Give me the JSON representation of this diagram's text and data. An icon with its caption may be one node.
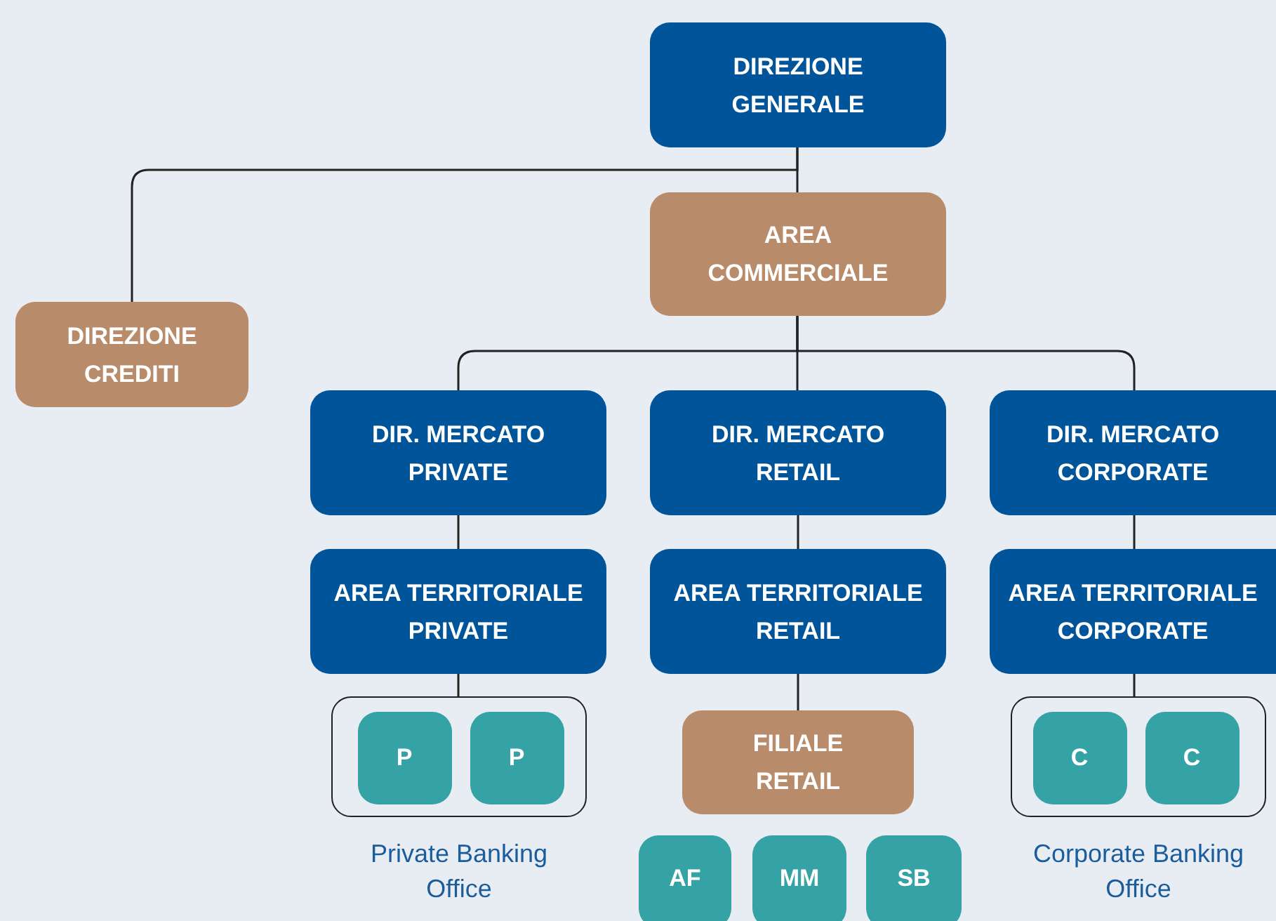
{
  "diagram": {
    "nodes": [
      {
        "text": [
          "DIREZIONE GENERALE"
        ]
      },
      {
        "text": [
          "AREA COMMERCIALE"
        ]
      },
      {
        "text": [
          "DIREZIONE CREDITI"
        ]
      },
      {
        "text": [
          "DIR. MERCATO PRIVATE"
        ]
      },
      {
        "text": [
          "DIR. MERCATO RETAIL"
        ]
      },
      {
        "text": [
          "DIR. MERCATO CORPORATE"
        ]
      },
      {
        "text": [
          "AREA TERRITORIALE PRIVATE"
        ]
      },
      {
        "text": [
          "AREA TERRITORIALE RETAIL"
        ]
      },
      {
        "text": [
          "AREA TERRITORIALE CORPORATE"
        ]
      },
      {
        "text": [],
        "shape": "box",
        "beside": [
          "Private Banking Office"
        ]
      },
      {
        "text": [
          "P"
        ],
        "in": 9
      },
      {
        "text": [
          "P"
        ],
        "in": 9
      },
      {
        "text": [
          "FILIALE RETAIL"
        ]
      },
      {
        "text": [
          "AF"
        ]
      },
      {
        "text": [
          "MM"
        ]
      },
      {
        "text": [
          "SB"
        ]
      },
      {
        "text": [],
        "shape": "box",
        "beside": [
          "Corporate Banking Office"
        ]
      },
      {
        "text": [
          "C"
        ],
        "in": 16
      },
      {
        "text": [
          "C"
        ],
        "in": 16
      }
    ],
    "edges": [
      {
        "from": 0,
        "to": 1,
        "arrow": "none"
      },
      {
        "from": 0,
        "to": 2,
        "arrow": "none"
      },
      {
        "from": 1,
        "to": 3,
        "arrow": "none"
      },
      {
        "from": 1,
        "to": 4,
        "arrow": "none"
      },
      {
        "from": 1,
        "to": 5,
        "arrow": "none"
      },
      {
        "from": 3,
        "to": 6,
        "arrow": "none"
      },
      {
        "from": 4,
        "to": 7,
        "arrow": "none"
      },
      {
        "from": 5,
        "to": 8,
        "arrow": "none"
      },
      {
        "from": 6,
        "to": 9,
        "arrow": "none"
      },
      {
        "from": 7,
        "to": 12,
        "arrow": "none"
      },
      {
        "from": 8,
        "to": 16,
        "arrow": "none"
      }
    ]
  }
}
